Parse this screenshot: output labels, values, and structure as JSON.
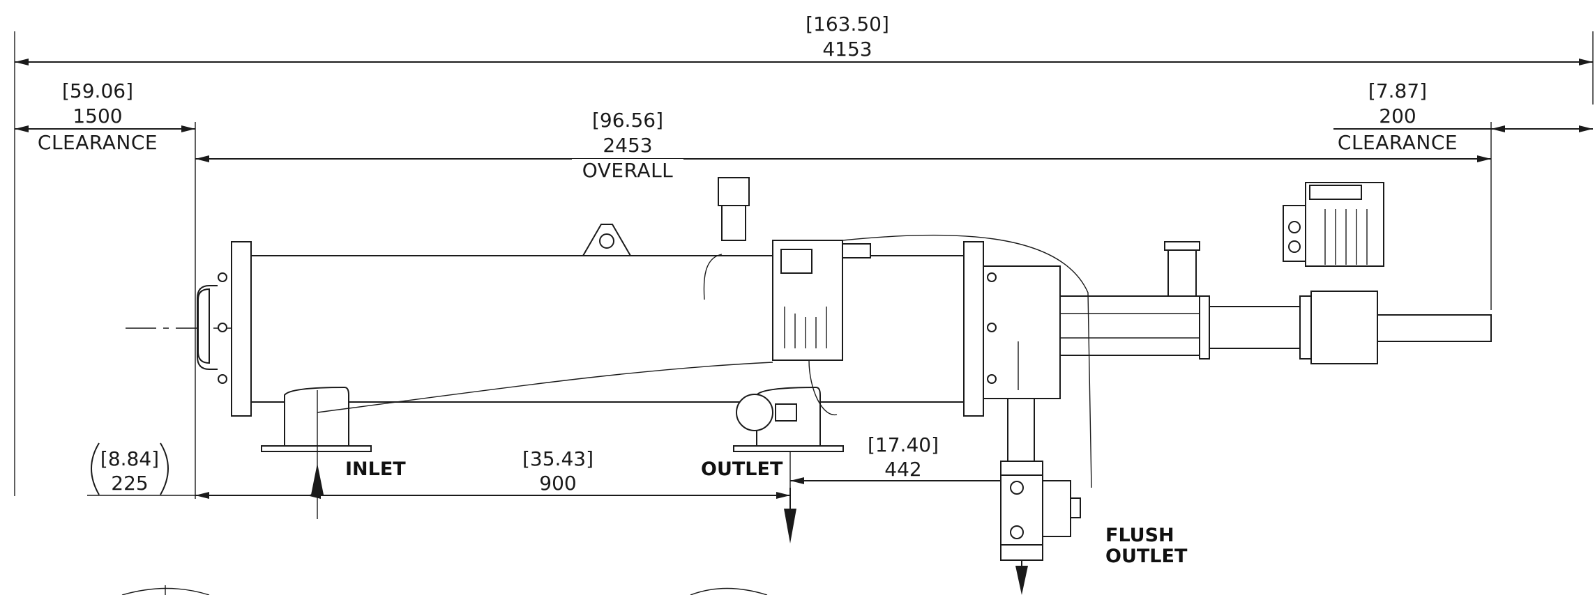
{
  "dimensions": {
    "total": {
      "inch": "[163.50]",
      "mm": "4153"
    },
    "left_clearance": {
      "inch": "[59.06]",
      "mm": "1500",
      "label": "CLEARANCE"
    },
    "overall": {
      "inch": "[96.56]",
      "mm": "2453",
      "label": "OVERALL"
    },
    "right_clearance": {
      "inch": "[7.87]",
      "mm": "200",
      "label": "CLEARANCE"
    },
    "flange_offset": {
      "inch": "[8.84]",
      "mm": "225"
    },
    "inlet_outlet": {
      "inch": "[35.43]",
      "mm": "900"
    },
    "flush_offset": {
      "inch": "[17.40]",
      "mm": "442"
    }
  },
  "callouts": {
    "inlet": "INLET",
    "outlet": "OUTLET",
    "flush_line1": "FLUSH",
    "flush_line2": "OUTLET"
  }
}
